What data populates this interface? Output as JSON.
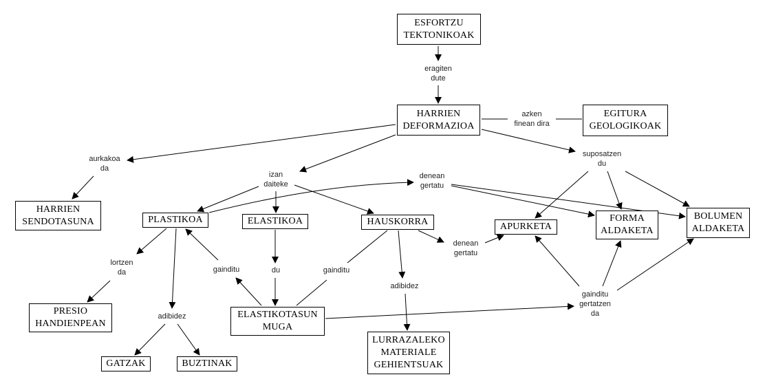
{
  "concepts": {
    "esfortzu": [
      "ESFORTZU",
      "TEKTONIKOAK"
    ],
    "deformazioa": [
      "HARRIEN",
      "DEFORMAZIOA"
    ],
    "egitura": [
      "EGITURA",
      "GEOLOGIKOAK"
    ],
    "sendotasuna": [
      "HARRIEN",
      "SENDOTASUNA"
    ],
    "plastikoa": [
      "PLASTIKOA"
    ],
    "elastikoa": [
      "ELASTIKOA"
    ],
    "hauskorra": [
      "HAUSKORRA"
    ],
    "apurketa": [
      "APURKETA"
    ],
    "forma": [
      "FORMA",
      "ALDAKETA"
    ],
    "bolumen": [
      "BOLUMEN",
      "ALDAKETA"
    ],
    "presio": [
      "PRESIO",
      "HANDIENPEAN"
    ],
    "muga": [
      "ELASTIKOTASUN",
      "MUGA"
    ],
    "gatzak": [
      "GATZAK"
    ],
    "buztinak": [
      "BUZTINAK"
    ],
    "lurrazaleko": [
      "LURRAZALEKO",
      "MATERIALE",
      "GEHIENTSUAK"
    ]
  },
  "links": {
    "eragiten": [
      "eragiten",
      "dute"
    ],
    "azken": [
      "azken",
      "finean dira"
    ],
    "aurkakoa": [
      "aurkakoa",
      "da"
    ],
    "izan": [
      "izan",
      "daiteke"
    ],
    "suposatzen": [
      "suposatzen",
      "du"
    ],
    "denean1": [
      "denean",
      "gertatu"
    ],
    "denean2": [
      "denean",
      "gertatu"
    ],
    "lortzen": [
      "lortzen",
      "da"
    ],
    "gainditu1": [
      "gainditu"
    ],
    "du": [
      "du"
    ],
    "gainditu2": [
      "gainditu"
    ],
    "adibidez1": [
      "adibidez"
    ],
    "adibidez2": [
      "adibidez"
    ],
    "gertatzen": [
      "gainditu",
      "gertatzen",
      "da"
    ]
  },
  "colors": {
    "line": "#000000",
    "box_border": "#000000",
    "background": "#ffffff"
  }
}
